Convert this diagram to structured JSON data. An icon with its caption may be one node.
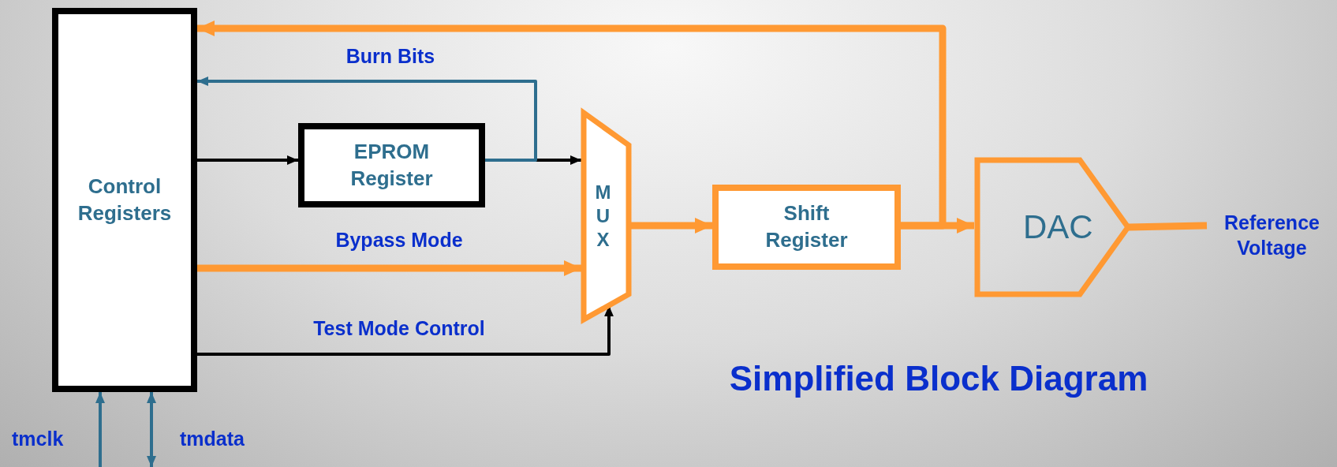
{
  "diagram": {
    "title": "Simplified Block Diagram",
    "nodes": [
      {
        "text": [
          "Control Registers"
        ]
      },
      {
        "text": [
          "EPROM Register"
        ]
      },
      {
        "text": [
          "MUX"
        ]
      },
      {
        "text": [
          "Shift Register"
        ]
      },
      {
        "text": [
          "DAC"
        ]
      },
      {
        "text": [
          "Reference Voltage"
        ]
      }
    ],
    "edges": [
      {
        "from": 0,
        "to": 1,
        "arrow": "to",
        "color": "#000000"
      },
      {
        "from": 1,
        "to": 2,
        "arrow": "to",
        "color": "#000000"
      },
      {
        "from": 1,
        "to": 0,
        "arrow": "to",
        "label": "Burn Bits",
        "color": "#2e6e8e"
      },
      {
        "from": 0,
        "to": 2,
        "arrow": "to",
        "label": "Bypass Mode",
        "style": "thick"
      },
      {
        "from": 0,
        "to": 2,
        "arrow": "to",
        "label": "Test Mode Control",
        "color": "#000000"
      },
      {
        "from": 2,
        "to": 3,
        "arrow": "to",
        "style": "thick"
      },
      {
        "from": 3,
        "to": 4,
        "arrow": "to",
        "style": "thick"
      },
      {
        "from": 3,
        "to": 0,
        "arrow": "to",
        "style": "thick"
      },
      {
        "from": 4,
        "to": 5,
        "arrow": "none",
        "style": "thick"
      },
      {
        "from": null,
        "to": 0,
        "arrow": "to",
        "color": "#2e6e8e"
      },
      {
        "from": null,
        "to": 0,
        "arrow": "both",
        "color": "#2e6e8e"
      }
    ],
    "labels": [
      "tmclk",
      "tmdata"
    ]
  }
}
